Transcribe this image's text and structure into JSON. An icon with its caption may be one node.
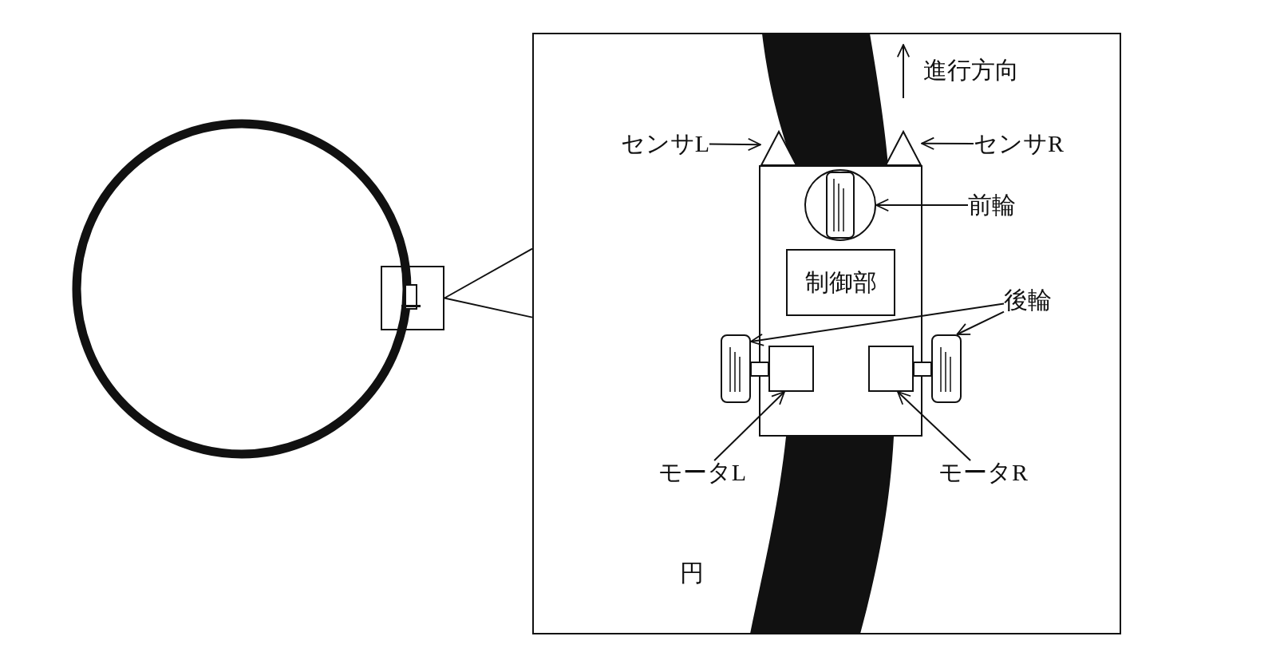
{
  "diagram": {
    "nodes": [
      {
        "text": [],
        "shape": "box"
      },
      {
        "text": [],
        "shape": "box"
      },
      {
        "text": [
          "センサL"
        ],
        "in": 1
      },
      {
        "text": [],
        "shape": "triangle",
        "in": 1
      },
      {
        "text": [],
        "shape": "triangle",
        "in": 1
      },
      {
        "text": [
          "センサR"
        ],
        "in": 1
      },
      {
        "text": [],
        "shape": "box",
        "in": 1
      },
      {
        "text": [],
        "shape": "circle",
        "in": 6
      },
      {
        "text": [
          "前輪"
        ],
        "in": 1
      },
      {
        "text": [
          "制御部"
        ],
        "in": 6
      },
      {
        "text": [
          "後輪"
        ],
        "in": 1
      },
      {
        "text": [],
        "shape": "box",
        "in": 1
      },
      {
        "text": [],
        "shape": "box",
        "in": 6
      },
      {
        "text": [],
        "shape": "box",
        "in": 6
      },
      {
        "text": [],
        "shape": "box",
        "in": 1
      },
      {
        "text": [
          "モータL"
        ],
        "in": 1
      },
      {
        "text": [
          "モータR"
        ],
        "in": 1
      }
    ],
    "edges": [
      {
        "from": 0,
        "to": 1,
        "arrow": "none"
      },
      {
        "from": 0,
        "to": 1,
        "arrow": "none"
      },
      {
        "from": 2,
        "to": 3,
        "arrow": "to"
      },
      {
        "from": 5,
        "to": 4,
        "arrow": "to"
      },
      {
        "from": 8,
        "to": 7,
        "arrow": "to"
      },
      {
        "from": 10,
        "to": 11,
        "arrow": "to"
      },
      {
        "from": 10,
        "to": 14,
        "arrow": "to"
      },
      {
        "from": 15,
        "to": 12,
        "arrow": "to"
      },
      {
        "from": 16,
        "to": 13,
        "arrow": "to"
      }
    ],
    "labels": [
      "進行方向",
      "円"
    ]
  }
}
